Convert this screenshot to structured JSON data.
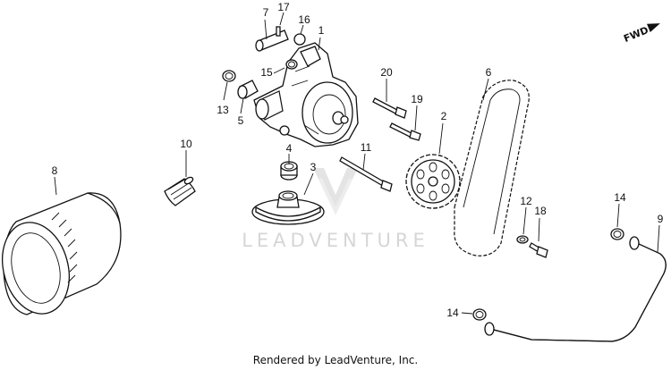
{
  "diagram": {
    "callouts": [
      {
        "key": "p1",
        "label": "1"
      },
      {
        "key": "p2",
        "label": "2"
      },
      {
        "key": "p3",
        "label": "3"
      },
      {
        "key": "p4",
        "label": "4"
      },
      {
        "key": "p5",
        "label": "5"
      },
      {
        "key": "p6",
        "label": "6"
      },
      {
        "key": "p7",
        "label": "7"
      },
      {
        "key": "p8",
        "label": "8"
      },
      {
        "key": "p9",
        "label": "9"
      },
      {
        "key": "p10",
        "label": "10"
      },
      {
        "key": "p11",
        "label": "11"
      },
      {
        "key": "p12",
        "label": "12"
      },
      {
        "key": "p13",
        "label": "13"
      },
      {
        "key": "p14a",
        "label": "14"
      },
      {
        "key": "p14b",
        "label": "14"
      },
      {
        "key": "p15",
        "label": "15"
      },
      {
        "key": "p16",
        "label": "16"
      },
      {
        "key": "p17",
        "label": "17"
      },
      {
        "key": "p18",
        "label": "18"
      },
      {
        "key": "p19",
        "label": "19"
      },
      {
        "key": "p20",
        "label": "20"
      }
    ],
    "direction_label": "FWD",
    "watermark": "LEADVENTURE",
    "footer": "Rendered by LeadVenture, Inc."
  }
}
